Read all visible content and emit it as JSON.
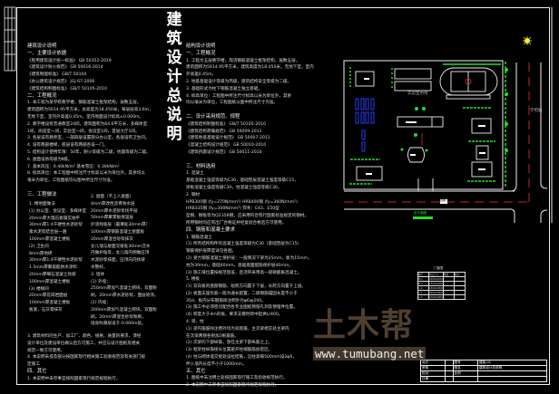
{
  "drawing_title": [
    "建",
    "筑",
    "设",
    "计",
    "总",
    "说",
    "明"
  ],
  "architecture_notes": {
    "heading": "建筑设计说明",
    "block_a": [
      "一、主要设计依据",
      "《民用建筑设计统一标准》        GB 50352-2019",
      "《建筑设计防火规范》            GB 50016-2014",
      "《建筑制图标准》                GB/T 50104",
      "《办公建筑设计规范》            JGJ 67-2006",
      "《建筑结构制图标准》            GB/T 50105-2010",
      "二、工程概况",
      "1. 本工程为某学校教学楼，钢筋混凝土框架结构，层数五层。",
      "   建筑面积为5614.95平方米，总高度为18.450米，每层层高3.6m，",
      "   无地下室，室内外高差0.45m，室内地面设计标高±0.000m。",
      "2. 教学楼设有普通教室24间，建筑面积为64.6平方米，多媒体室",
      "   1间，阅览室一间，实验室一间，会议室1间，首层大厅1间。",
      "3. 各层设有教师室，一部四层设置部分办公室，各层设有卫生间。",
      "4. 设有两部楼梯，底层设有两部各设一门。",
      "5. 结构设计使用年限：50年，耐火等级为二级，抗震等级为二级。",
      "6. 屋面设防等级为Ⅱ级。",
      "7. 基本风压：0.40kN/m²   基本雪压：0.30kN/m²",
      "8. 标高单位：本工程图中所注尺寸标高以米为单位外，其余均以",
      "   毫米为单位，工程图纸均以图中所注尺寸为准。",
      "",
      "三、工程做法"
    ],
    "block_b_left": [
      "1. 楼地面做法",
      "(1) 办公室、会议室、多媒体室",
      "20mm厚大理石板铺实拍平",
      "30mm厚1:4干硬性水泥砂浆",
      "素水泥浆结合层一遍",
      "100mm厚混凝土楼板",
      "(2) 卫生间",
      "8mm厚地砖",
      "30mm厚1:4干硬性水泥砂浆",
      "1.5mm厚聚氨酯防水涂料",
      "20mm厚细石混凝土找坡",
      "100mm厚混凝土楼板",
      "(3) 楼梯间",
      "20mm厚花岗岩面层",
      "100mm厚混凝土楼板",
      "板底，石灰膏抹灰"
    ],
    "block_b_right": [
      "2. 屋面（不上人屋面）",
      "4mm厚改性沥青防水层",
      "20mm厚水泥砂浆找平层",
      "50mm厚聚苯板保温层",
      "炉渣找坡层（最薄处30mm厚）",
      "100mm厚钢筋混凝土屋面板",
      "20mm厚混合砂浆抹灰",
      "女儿墙与屋面交接处30mm泛水",
      "内做护角等，女儿墙内侧做压顶",
      "水泥砂浆抹面，压顶向内找坡",
      "水整好。",
      "3. 墙体",
      "(1) 外墙：",
      "250mm厚加气混凝土砌块，双面粉",
      "刷，20mm厚水泥砂浆，面层喷涂。",
      "(2) 内墙：",
      "200mm厚加气混凝土砌块，双面粉",
      "刷，20mm厚混合砂浆粉刷，",
      "墙身防潮层设于-0.060m处。"
    ],
    "block_c": [
      "3. 建筑材料的生产、加工厂、颜色、规格、质量的要求，须经",
      "   设计单位及建设单位确认后方可施工，并应与设计图纸及相关",
      "   规范一致方可使用。",
      "4. 本说明未提及部分按国家现行相关施工验收规范及有关部门规",
      "   定施工",
      "四、其它",
      "1. 本说明中未尽事宜按照国家现行规范规程执行。"
    ]
  },
  "structure_notes": {
    "heading": "结构设计说明",
    "lines": [
      "一、工程概况",
      "1. 工程为五层教学楼，现浇钢筋混凝土框架结构，层数五层，",
      "   建筑面积为5614.95平方米，建筑高度为18.450米，无地下室，室内",
      "   外高差0.45m。",
      "2. 地基基础设计等级为丙级，建筑结构安全等级为二级。",
      "3. 基础形式为柱下钢筋混凝土独立基础。",
      "4. 标高单位：工程图中所注尺寸标高以米为单位外，其余",
      "   均以毫米为单位，工程图纸以图中所注尺寸为准。",
      "",
      "二、设计采用规范、规程",
      "《建筑结构制图标准》              GB/T 50105-2010",
      "《建筑结构荷载规范》              GB 50009-2012",
      "《建筑地基基础设计规范》          GB 50007-2011",
      "《混凝土结构设计规范》            GB 50010-2010",
      "《建筑抗震设计规范》              GB 50011-2010",
      "",
      "三、材料选用",
      "1. 混凝土",
      "基础混凝土强度等级为C30，基础垫层混凝土强度等级C15，",
      "梁板混凝土强度等级C30，柱混凝土强度等级C30。",
      "2. 钢材",
      "HPB300钢   (fy=270N/mm²)   HRB400钢   (fy=360N/mm²)",
      "HRB335钢   (fy=300N/mm²)   焊条：E43、E50型",
      "型钢、钢板等为Q235B钢，应采用符合现行国家标准规定的钢材。",
      "所用钢材均应有出厂合格证并经复验合格后方可使用。",
      "四、钢筋和混凝土要求",
      "1. 钢筋混凝土",
      "(1) 所有结构构件的混凝土强度等级为C30（基础垫层为C15）",
      "    钢筋保护层厚度详见各图。",
      "(2) 受力钢筋混凝土保护层：一般情况下梁为25mm，板为15mm，",
      "    柱为30mm，基础40mm，基础底面配筋保护层40mm。",
      "(3) 施工缝位置按规范留设，后浇带采用高一级微膨胀混凝土。",
      "5. 楼板",
      "(1) 双向板的底部钢筋，短跨方向置于下层，长跨方向置于上层。",
      "(2) 板面支座负筋一般为通长配置，二级钢筋锚固长度不小于",
      "    35d，板内分布钢筋除注明外为φ6@200。",
      "(3) 施工中必须密切配合各专业图纸预留孔洞及预埋件位置。",
      "(4) 跨度大于4m的板，要求支模时跨中起拱L/400。",
      "4. 梁、柱",
      "(1) 梁内箍筋除注明外均为双肢箍，主次梁相交处主梁内",
      "    在次梁两侧各附加3根箍筋。",
      "(2) 次梁的下部纵筋，放在主梁下部纵筋之上。",
      "(3) 框架柱纵筋接头位置避开柱端箍筋加密区。",
      "(4) 柱与砌体墙交接处设拉结筋，沿柱高每500mm设2φ6，",
      "    伸入墙内长度不小于1000mm。",
      "五、其它",
      "1. 图纸中未注明之处按国家现行施工及验收规范执行。",
      "2. 本说明中未尽事宜按照国家现行规范规程执行。"
    ]
  },
  "site_plan": {
    "zone_label": "实验室用地",
    "road_label": "学府路",
    "road_label_bottom": "道路",
    "title_label": "总平面图"
  },
  "door_window_table": {
    "title": "门窗表",
    "header": [
      "编号",
      "洞口尺寸",
      "数量",
      "备注"
    ],
    "rows": [
      [
        "M-1",
        "1000x2100",
        "",
        ""
      ],
      [
        "M-2",
        "1500x2400",
        "",
        ""
      ],
      [
        "C-1",
        "1800x1800",
        "",
        ""
      ],
      [
        "C-2",
        "2400x1800",
        "",
        ""
      ],
      [
        "C-3",
        "1200x1800",
        "",
        ""
      ]
    ]
  },
  "title_block": {
    "rows": [
      [
        "设计",
        "",
        "图号",
        "建施-01"
      ],
      [
        "审核",
        "",
        "图名",
        "建筑设计总说明"
      ],
      [
        "校对",
        "",
        "比例",
        ""
      ],
      [
        "日期",
        "",
        "",
        ""
      ]
    ]
  },
  "watermark": {
    "logo_text": "土木帮",
    "url": "www.tumubang.net"
  },
  "colors": {
    "background": "#000000",
    "lines": "#f2f2f2",
    "vegetation": "#22e022",
    "road_centerline": "#c0262a",
    "parking": "#2233cc"
  }
}
